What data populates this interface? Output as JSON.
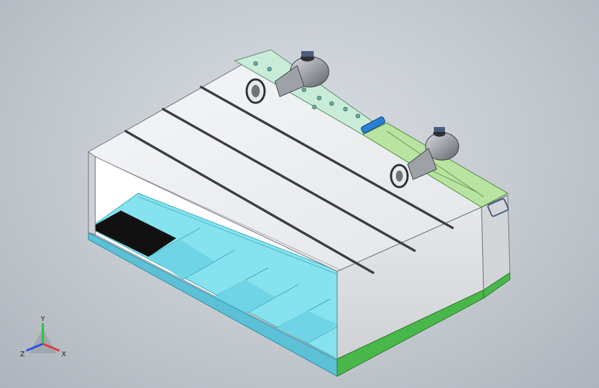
{
  "viewport": {
    "background_center": "#d9dde3",
    "background_edge": "#aeb4bc"
  },
  "model": {
    "colors": {
      "panel_face": "#dcdddf",
      "panel_top": "#eef0f1",
      "panel_dark": "#b7b9bd",
      "floor_tile": "#86e2ef",
      "floor_dark": "#4fc3d6",
      "base_strip": "#5cc0d6",
      "green_base": "#49b84a",
      "duct_green": "#b8e3a0",
      "duct_glass": "#c9ecd8",
      "fan_gray": "#8a8d92",
      "black_tile": "#111111",
      "blue_handle": "#2a7fd4"
    },
    "icons": [
      "fan-icon",
      "duct-icon"
    ]
  },
  "triad": {
    "x_label": "X",
    "y_label": "Y",
    "z_label": "Z",
    "x_color": "#e43a3a",
    "y_color": "#2fbf3a",
    "z_color": "#2f4fe0"
  }
}
